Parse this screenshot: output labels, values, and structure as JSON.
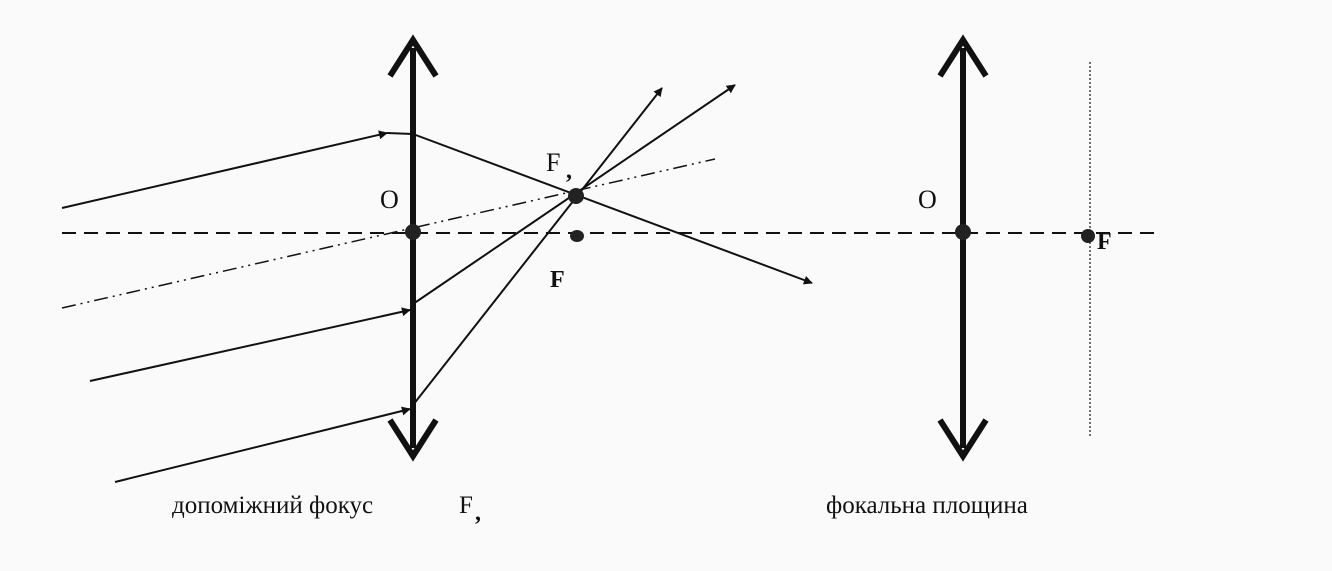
{
  "labels": {
    "left_center": "O",
    "left_aux_focus": "F",
    "left_aux_focus_sub": ",",
    "left_focus": "F",
    "right_center": "O",
    "right_focus": "F",
    "caption_left": "допоміжний фокус",
    "caption_left_symbol": "F",
    "caption_left_symbol_sub": ",",
    "caption_right": "фокальна площина"
  },
  "colors": {
    "ink": "#111111",
    "background": "#fafafa"
  }
}
